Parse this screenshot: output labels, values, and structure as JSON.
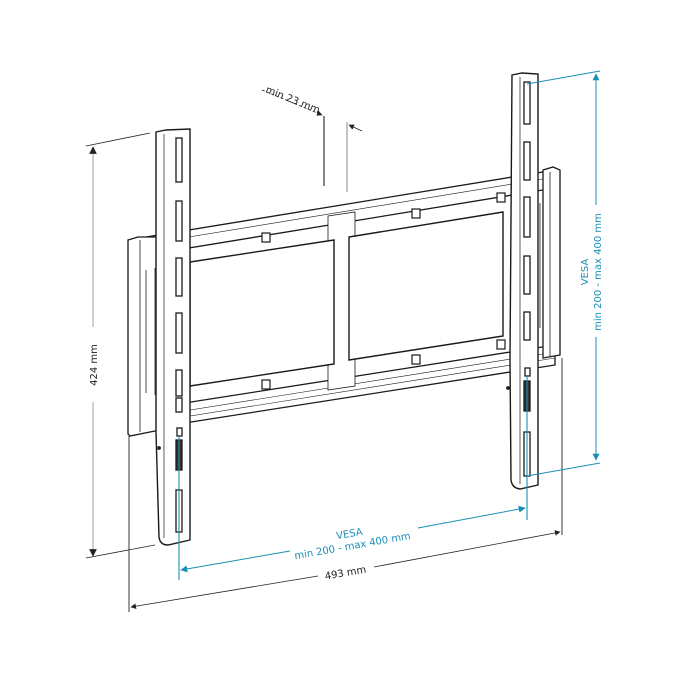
{
  "diagram": {
    "subject": "Flat TV wall mount bracket",
    "colors": {
      "outline": "#1a1a1a",
      "dimension_dark": "#222222",
      "dimension_light": "#aaaaaa",
      "vesa_accent": "#1a8fb5"
    },
    "dimensions": {
      "depth": {
        "label": "min 23 mm"
      },
      "height": {
        "label": "424 mm"
      },
      "width": {
        "label": "493 mm"
      },
      "vesa_horizontal": {
        "title": "VESA",
        "range": "min 200 - max 400 mm"
      },
      "vesa_vertical": {
        "title": "VESA",
        "range": "min 200 - max 400 mm"
      }
    }
  }
}
